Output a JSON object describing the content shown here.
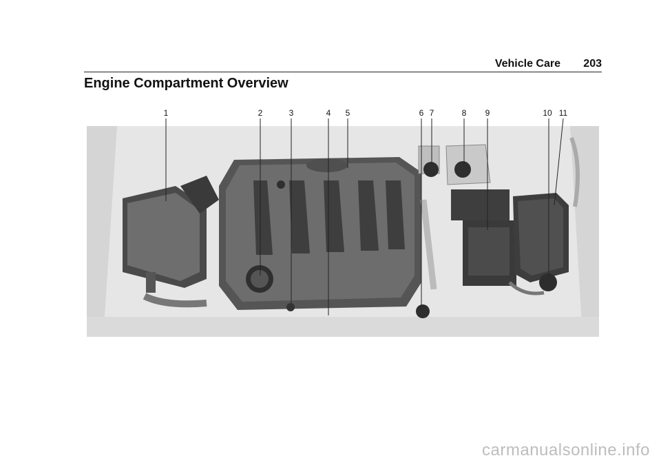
{
  "header": {
    "section": "Vehicle Care",
    "page_number": "203"
  },
  "title": "Engine Compartment Overview",
  "callouts": [
    "1",
    "2",
    "3",
    "4",
    "5",
    "6",
    "7",
    "8",
    "9",
    "10",
    "11"
  ],
  "watermark": "carmanualsonline.info"
}
